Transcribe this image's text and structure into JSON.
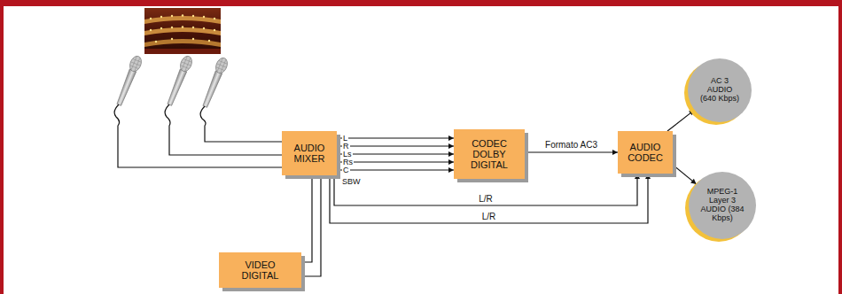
{
  "diagram": {
    "nodes": [
      {
        "text": [
          "AUDIO MIXER"
        ]
      },
      {
        "text": [
          "CODEC DOLBY DIGITAL"
        ]
      },
      {
        "text": [
          "AUDIO CODEC"
        ]
      },
      {
        "text": [
          "AC 3 AUDIO (640 Kbps)"
        ]
      },
      {
        "text": [
          "MPEG-1 Layer 3 AUDIO (384 Kbps)"
        ]
      },
      {
        "text": [
          "VIDEO DIGITAL"
        ]
      }
    ],
    "edges": [
      {
        "from": 0,
        "to": 1,
        "arrow": "to",
        "label": "L"
      },
      {
        "from": 0,
        "to": 1,
        "arrow": "to",
        "label": "R"
      },
      {
        "from": 0,
        "to": 1,
        "arrow": "to",
        "label": "Ls"
      },
      {
        "from": 0,
        "to": 1,
        "arrow": "to",
        "label": "Rs"
      },
      {
        "from": 0,
        "to": 1,
        "arrow": "to",
        "label": "C"
      },
      {
        "from": 1,
        "to": 2,
        "arrow": "to",
        "label": "Formato AC3"
      },
      {
        "from": 0,
        "to": 2,
        "arrow": "to",
        "label": "L/R"
      },
      {
        "from": 0,
        "to": 2,
        "arrow": "to",
        "label": "L/R"
      },
      {
        "from": 2,
        "to": 3,
        "arrow": "to"
      },
      {
        "from": 2,
        "to": 4,
        "arrow": "to"
      },
      {
        "from": 5,
        "to": 0,
        "arrow": "none"
      },
      {
        "from": 5,
        "to": 0,
        "arrow": "none"
      }
    ],
    "labels": [
      "SBW"
    ]
  }
}
